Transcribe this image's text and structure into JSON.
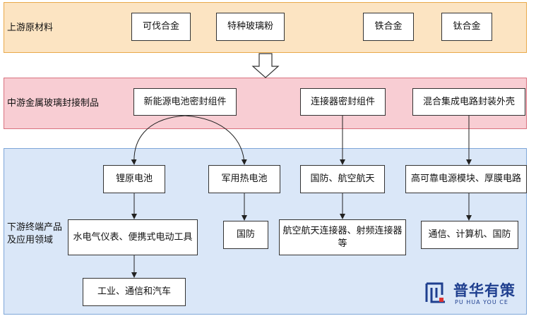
{
  "bands": {
    "upstream": {
      "label": "上游原材料"
    },
    "midstream": {
      "label": "中游金属玻璃封接制品"
    },
    "downstream": {
      "label": "下游终端产品及应用领域"
    }
  },
  "upstream": {
    "kovar": "可伐合金",
    "glass_powder": "特种玻璃粉",
    "iron_alloy": "铁合金",
    "titanium_alloy": "钛合金"
  },
  "midstream": {
    "ev_battery_seal": "新能源电池密封组件",
    "connector_seal": "连接器密封组件",
    "hybrid_ic_package": "混合集成电路封装外壳"
  },
  "downstream": {
    "lithium_battery": "锂原电池",
    "military_thermal_battery": "军用热电池",
    "defense_aerospace": "国防、航空航天",
    "power_module_thick_film": "高可靠电源模块、厚膜电路",
    "meters_tools": "水电气仪表、便携式电动工具",
    "defense_1": "国防",
    "aerospace_rf_connectors": "航空航天连接器、射频连接器等",
    "comm_computer_defense": "通信、计算机、国防",
    "industry_comm_auto": "工业、通信和汽车"
  },
  "logo": {
    "cn": "普华有策",
    "en": "PU HUA YOU CE",
    "brand_color": "#1f3f8f"
  },
  "colors": {
    "upstream_fill": "#fce4c2",
    "midstream_fill": "#f8cdd3",
    "downstream_fill": "#dae7f8"
  }
}
